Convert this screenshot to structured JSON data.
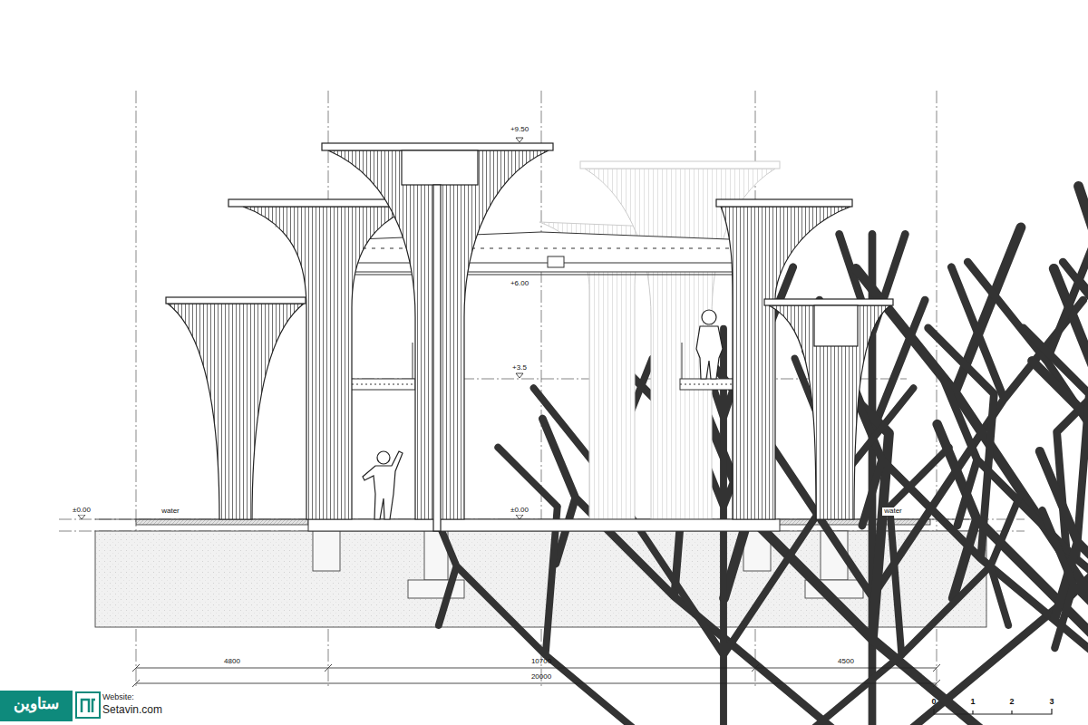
{
  "diagram": {
    "labels": [
      "+9.50",
      "+6.00",
      "+3.5",
      "±0.00",
      "water",
      "±0.00",
      "water",
      "4800",
      "10700",
      "4500",
      "20000",
      "ستاوین",
      "Website:",
      "Setavin.com",
      "0",
      "1",
      "2",
      "3"
    ]
  }
}
